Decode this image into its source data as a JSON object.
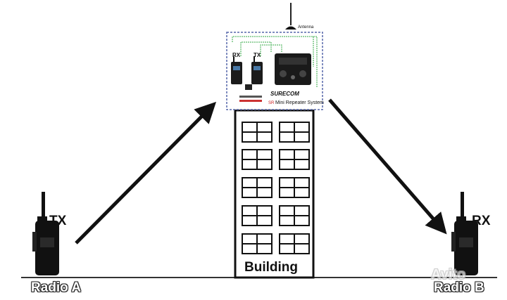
{
  "labels": {
    "left_status": "TX",
    "right_status": "RX",
    "left_radio": "Radio A",
    "right_radio": "Radio B",
    "building": "Building",
    "antenna": "Antenna",
    "box_rx": "RX",
    "box_tx": "TX",
    "box_brand": "SURECOM",
    "box_system": "Mini Repeater System",
    "box_system_mark": "SR",
    "watermark": "Avito"
  },
  "colors": {
    "line": "#111111",
    "box_border": "#5566aa",
    "wire_green": "#33aa44"
  }
}
